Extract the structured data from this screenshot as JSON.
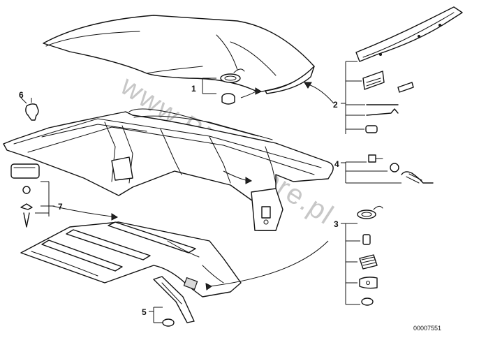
{
  "callouts": [
    {
      "id": "1",
      "label": "1"
    },
    {
      "id": "2",
      "label": "2"
    },
    {
      "id": "3",
      "label": "3"
    },
    {
      "id": "4",
      "label": "4"
    },
    {
      "id": "5",
      "label": "5"
    },
    {
      "id": "6",
      "label": "6"
    },
    {
      "id": "7",
      "label": "7"
    }
  ],
  "diagram_code": "00007551",
  "watermark": "www.BMWstore.pl"
}
